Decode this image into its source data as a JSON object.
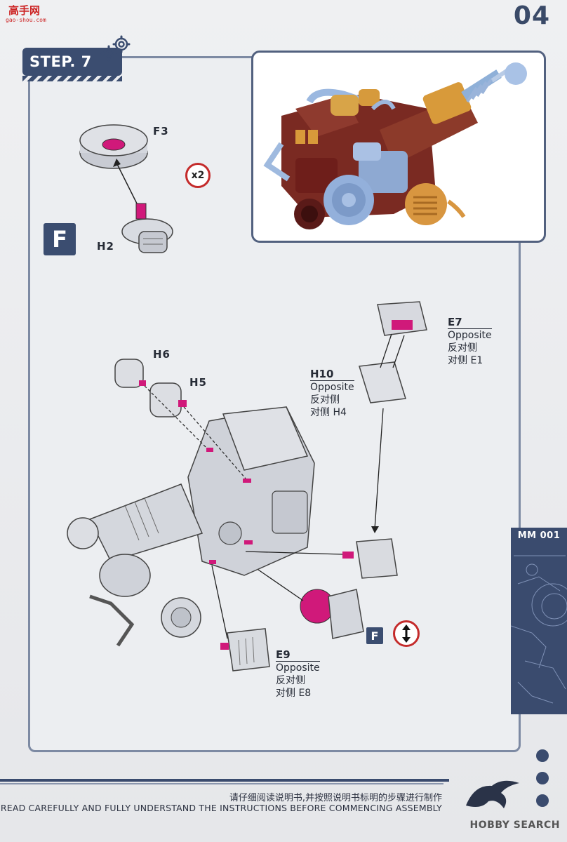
{
  "header": {
    "page_number": "04",
    "site_logo": "高手网",
    "site_url": "gao-shou.com"
  },
  "step": {
    "label": "STEP. 7"
  },
  "parts": {
    "f3": "F3",
    "h2": "H2",
    "quantity": "x2",
    "section_f": "F",
    "h6": "H6",
    "h5": "H5",
    "e7": "E7",
    "e7_opposite": "Opposite",
    "e7_cn": "反对侧",
    "e7_ref": "对侧 E1",
    "h10": "H10",
    "h10_opposite": "Opposite",
    "h10_cn": "反对侧",
    "h10_ref": "对侧 H4",
    "e9": "E9",
    "e9_opposite": "Opposite",
    "e9_cn": "反对侧",
    "e9_ref": "对侧 E8",
    "flip_f": "F"
  },
  "side_tab": {
    "title": "MM 001"
  },
  "footer": {
    "instruction_cn": "请仔细阅读说明书,并按照说明书标明的步骤进行制作",
    "instruction_en": "READ CAREFULLY AND FULLY UNDERSTAND THE INSTRUCTIONS BEFORE COMMENCING ASSEMBLY",
    "watermark": "HOBBY SEARCH"
  },
  "colors": {
    "accent_navy": "#3b4d70",
    "highlight_magenta": "#d0197a",
    "warning_red": "#c42b2b",
    "part_grey": "#c9ccd4"
  }
}
